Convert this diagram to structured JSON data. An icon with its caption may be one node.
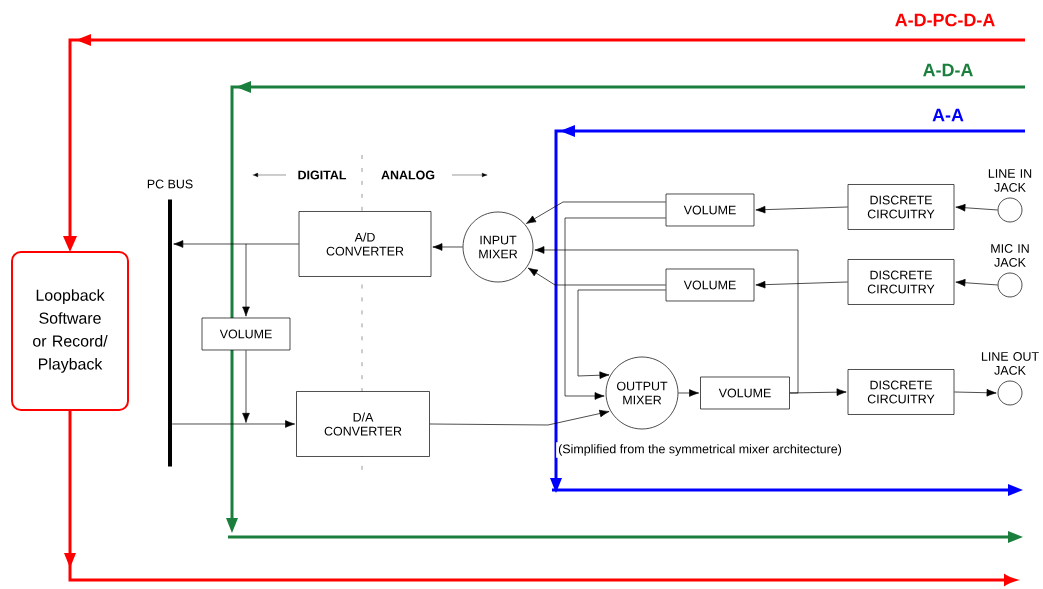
{
  "diagram": {
    "nodes": [
      {
        "text": [
          "Loopback Software or Record/ Playback"
        ]
      },
      {
        "text": [
          "PC BUS"
        ]
      },
      {
        "text": [
          "A/D CONVERTER"
        ]
      },
      {
        "text": [
          "VOLUME"
        ]
      },
      {
        "text": [
          "D/A CONVERTER"
        ]
      },
      {
        "text": [
          "INPUT MIXER"
        ]
      },
      {
        "text": [
          "VOLUME"
        ]
      },
      {
        "text": [
          "VOLUME"
        ]
      },
      {
        "text": [
          "OUTPUT MIXER"
        ]
      },
      {
        "text": [
          "VOLUME"
        ]
      },
      {
        "text": [
          "DISCRETE CIRCUITRY"
        ]
      },
      {
        "text": [
          "DISCRETE CIRCUITRY"
        ]
      },
      {
        "text": [
          "DISCRETE CIRCUITRY"
        ]
      },
      {
        "text": [
          "LINE IN JACK"
        ]
      },
      {
        "text": [
          "MIC IN JACK"
        ]
      },
      {
        "text": [
          "LINE OUT JACK"
        ]
      }
    ],
    "edges": [
      {
        "from": null,
        "to": 0,
        "arrow": "to",
        "label": "A-D-PC-D-A",
        "style": "thick",
        "color": "#ff0000"
      },
      {
        "from": 0,
        "to": null,
        "arrow": "to",
        "style": "thick",
        "color": "#ff0000"
      },
      {
        "from": 2,
        "to": 1,
        "arrow": "to"
      },
      {
        "from": 2,
        "to": 3,
        "arrow": "to"
      },
      {
        "from": 3,
        "to": 4,
        "arrow": "to"
      },
      {
        "from": 1,
        "to": 4,
        "arrow": "to"
      },
      {
        "from": 5,
        "to": 2,
        "arrow": "to"
      },
      {
        "from": 6,
        "to": 5,
        "arrow": "to"
      },
      {
        "from": 6,
        "to": 8,
        "arrow": "to"
      },
      {
        "from": 7,
        "to": 5,
        "arrow": "to"
      },
      {
        "from": 7,
        "to": 8,
        "arrow": "to"
      },
      {
        "from": 9,
        "to": 5,
        "arrow": "to"
      },
      {
        "from": 4,
        "to": 8,
        "arrow": "to"
      },
      {
        "from": 8,
        "to": 9,
        "arrow": "to"
      },
      {
        "from": 9,
        "to": 12,
        "arrow": "to"
      },
      {
        "from": 10,
        "to": 6,
        "arrow": "to"
      },
      {
        "from": 11,
        "to": 7,
        "arrow": "to"
      },
      {
        "from": 13,
        "to": 10,
        "arrow": "to"
      },
      {
        "from": 14,
        "to": 11,
        "arrow": "to"
      },
      {
        "from": 12,
        "to": 15,
        "arrow": "to"
      }
    ],
    "labels": [
      "A-D-A",
      "A-A",
      "DIGITAL",
      "ANALOG",
      "(Simplified from the symmetrical mixer architecture)"
    ]
  }
}
